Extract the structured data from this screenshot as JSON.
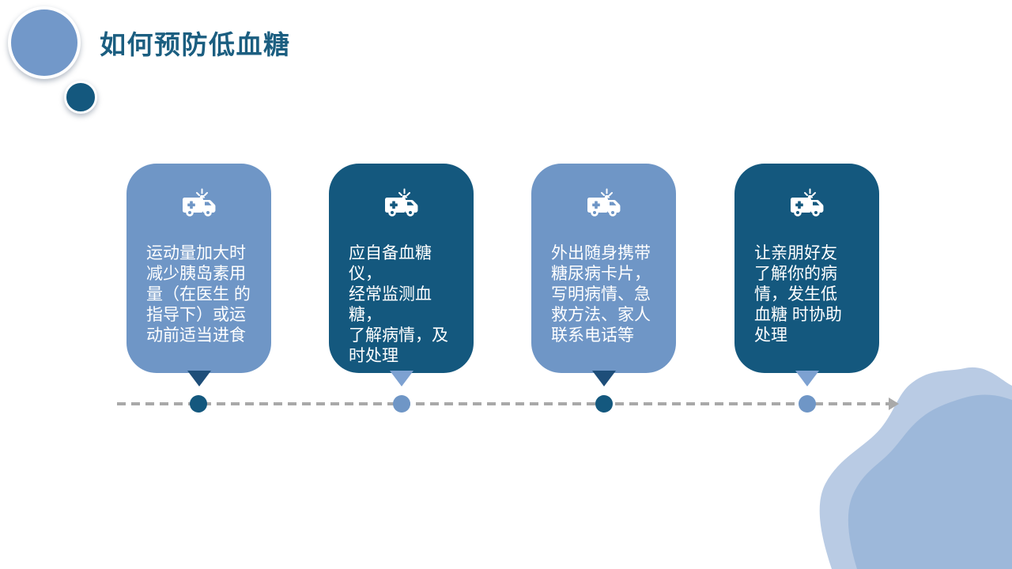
{
  "slide": {
    "title": "如何预防低血糖",
    "steps": [
      {
        "icon": "ambulance-icon",
        "variant": "light",
        "text": "运动量加大时\n减少胰岛素用\n量（在医生 的\n指导下）或运\n动前适当进食"
      },
      {
        "icon": "ambulance-icon",
        "variant": "dark",
        "text": "应自备血糖仪，\n经常监测血糖，\n了解病情，及\n时处理"
      },
      {
        "icon": "ambulance-icon",
        "variant": "light",
        "text": "外出随身携带\n糖尿病卡片，\n写明病情、急\n救方法、家人\n联系电话等"
      },
      {
        "icon": "ambulance-icon",
        "variant": "dark",
        "text": "让亲朋好友\n了解你的病\n情，发生低\n血糖 时协助\n处理"
      }
    ],
    "colors": {
      "light_blue": "#6F96C6",
      "dark_blue": "#14587E",
      "title_text": "#1B5E80",
      "pointer_dark": "#1E4E79",
      "pointer_light": "#7DA1D1",
      "timeline_gray": "#A9A9A9",
      "blob_outer": "#B9CBE4",
      "blob_inner": "#9DB8DA",
      "card_text": "#FFFFFF"
    }
  }
}
